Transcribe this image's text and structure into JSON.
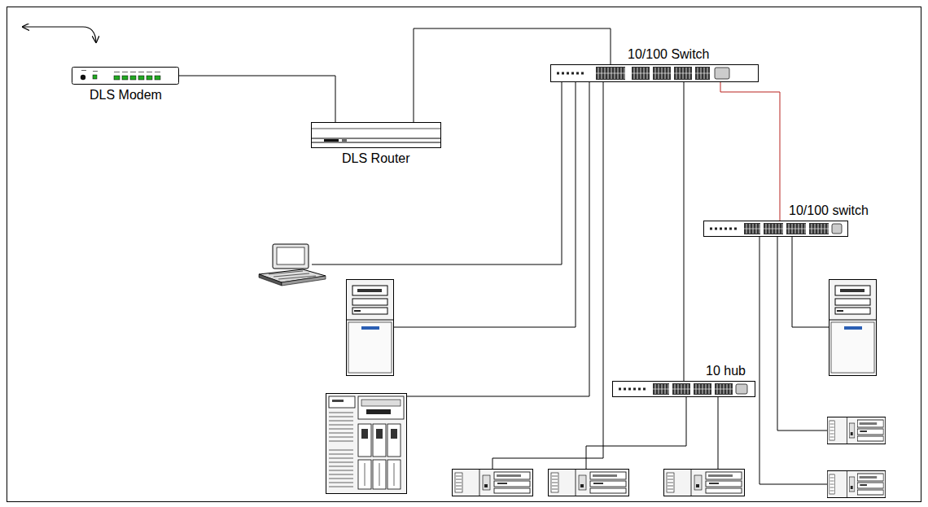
{
  "diagram": {
    "nodes": [
      {
        "text": [
          "DLS Modem"
        ]
      },
      {
        "text": [
          "DLS Router"
        ]
      },
      {
        "text": [
          "10/100 Switch"
        ]
      },
      {
        "text": [
          "10/100 switch"
        ]
      },
      {
        "text": [
          "10 hub"
        ]
      }
    ],
    "edges": [
      {
        "from": 0,
        "to": 1,
        "arrow": "none"
      },
      {
        "from": 1,
        "to": 2,
        "arrow": "none"
      },
      {
        "from": 2,
        "to": 3,
        "arrow": "none"
      },
      {
        "from": 2,
        "to": 4,
        "arrow": "none"
      }
    ]
  }
}
